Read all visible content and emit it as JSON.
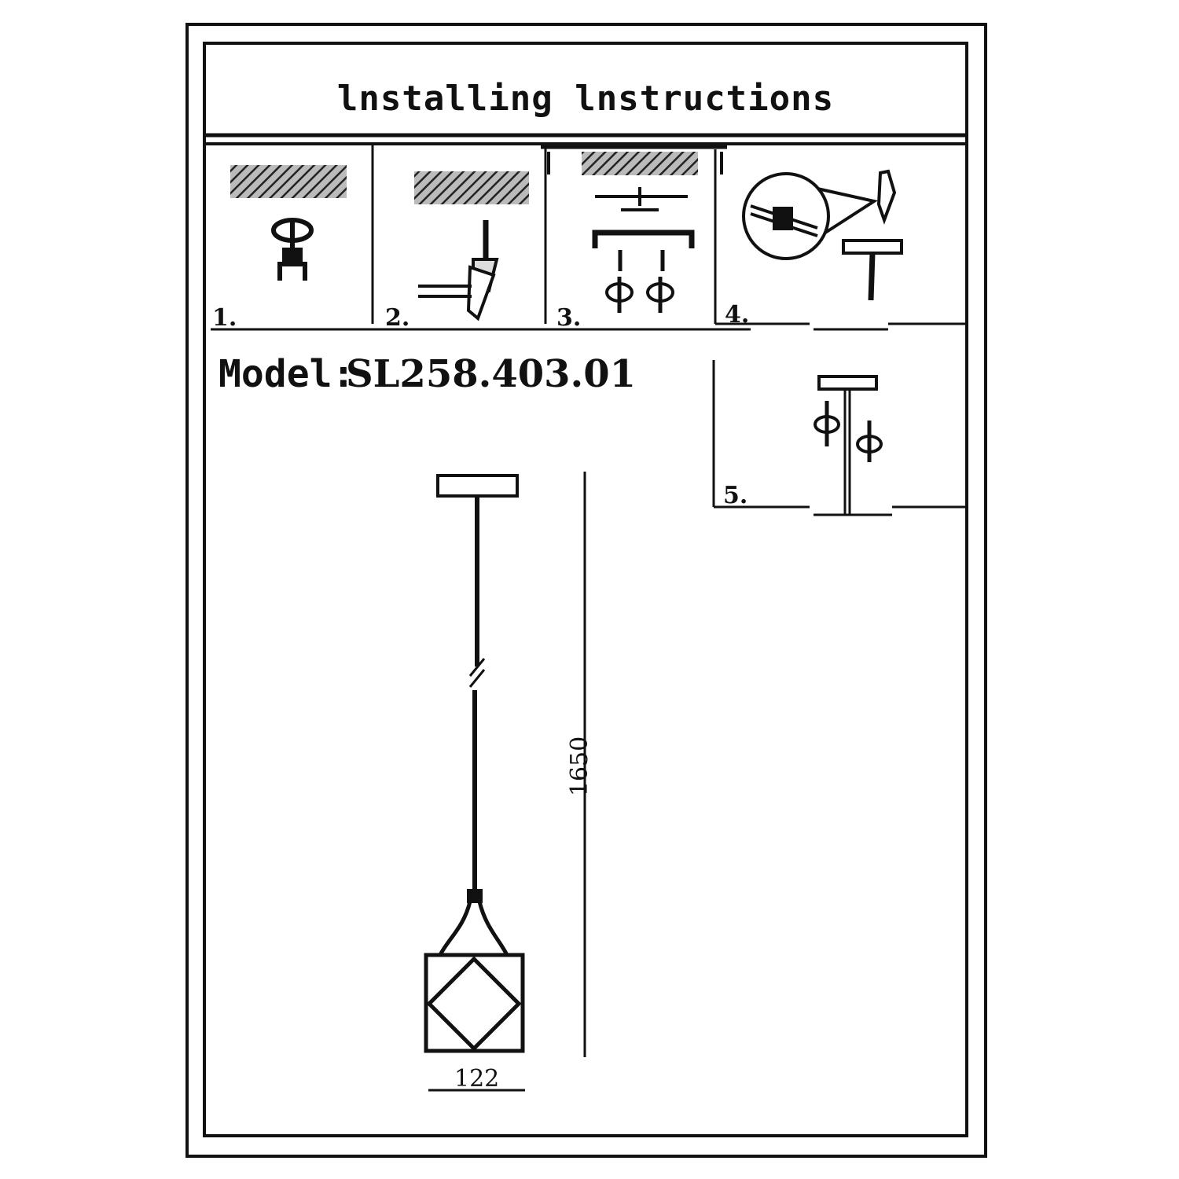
{
  "sheet": {
    "title": "lnstalling lnstructions",
    "steps": [
      {
        "number": "1.",
        "icon": "ceiling-hook-icon"
      },
      {
        "number": "2.",
        "icon": "drill-icon"
      },
      {
        "number": "3.",
        "icon": "mounting-bracket-icon"
      },
      {
        "number": "4.",
        "icon": "wire-connection-icon"
      },
      {
        "number": "5.",
        "icon": "canopy-install-icon"
      }
    ],
    "model": {
      "label": "Model:",
      "value": "SL258.403.01"
    },
    "dimensions": {
      "height": "1650",
      "width": "122"
    },
    "colors": {
      "line": "#111111",
      "paper": "#ffffff",
      "hatch": "#333333"
    }
  }
}
